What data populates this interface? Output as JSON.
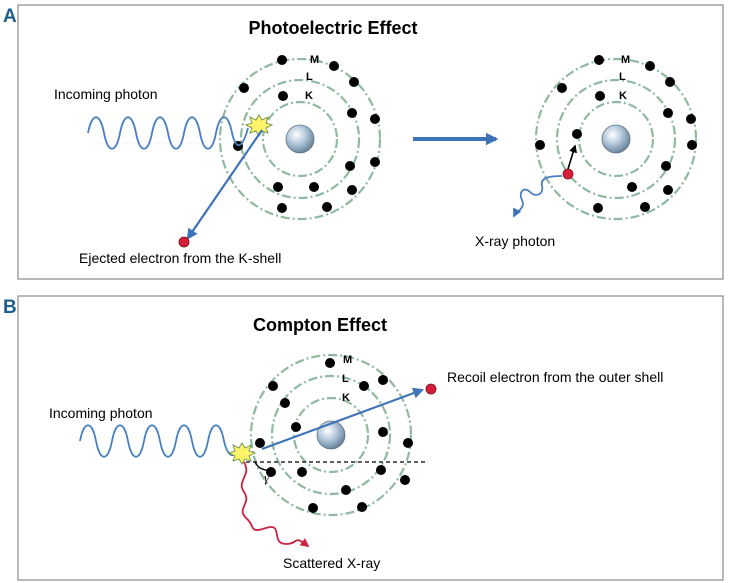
{
  "panel_a": {
    "letter": "A",
    "title": "Photoelectric Effect",
    "incoming_label": "Incoming photon",
    "ejected_label": "Ejected electron from the K-shell",
    "xray_label": "X-ray photon",
    "shells": [
      "M",
      "L",
      "K"
    ]
  },
  "panel_b": {
    "letter": "B",
    "title": "Compton Effect",
    "incoming_label": "Incoming photon",
    "recoil_label": "Recoil electron from the outer shell",
    "scattered_label": "Scattered X-ray",
    "angle_label": "γ",
    "shells": [
      "M",
      "L",
      "K"
    ]
  },
  "colors": {
    "panel_letter": "#1f5f8b",
    "photon_wave": "#4a7fc0",
    "scattered_wave": "#cc2244",
    "orbit": "#8fb9a0",
    "electron": "#000000",
    "ejected_electron": "#d61e3c",
    "arrow": "#3f73b8"
  }
}
